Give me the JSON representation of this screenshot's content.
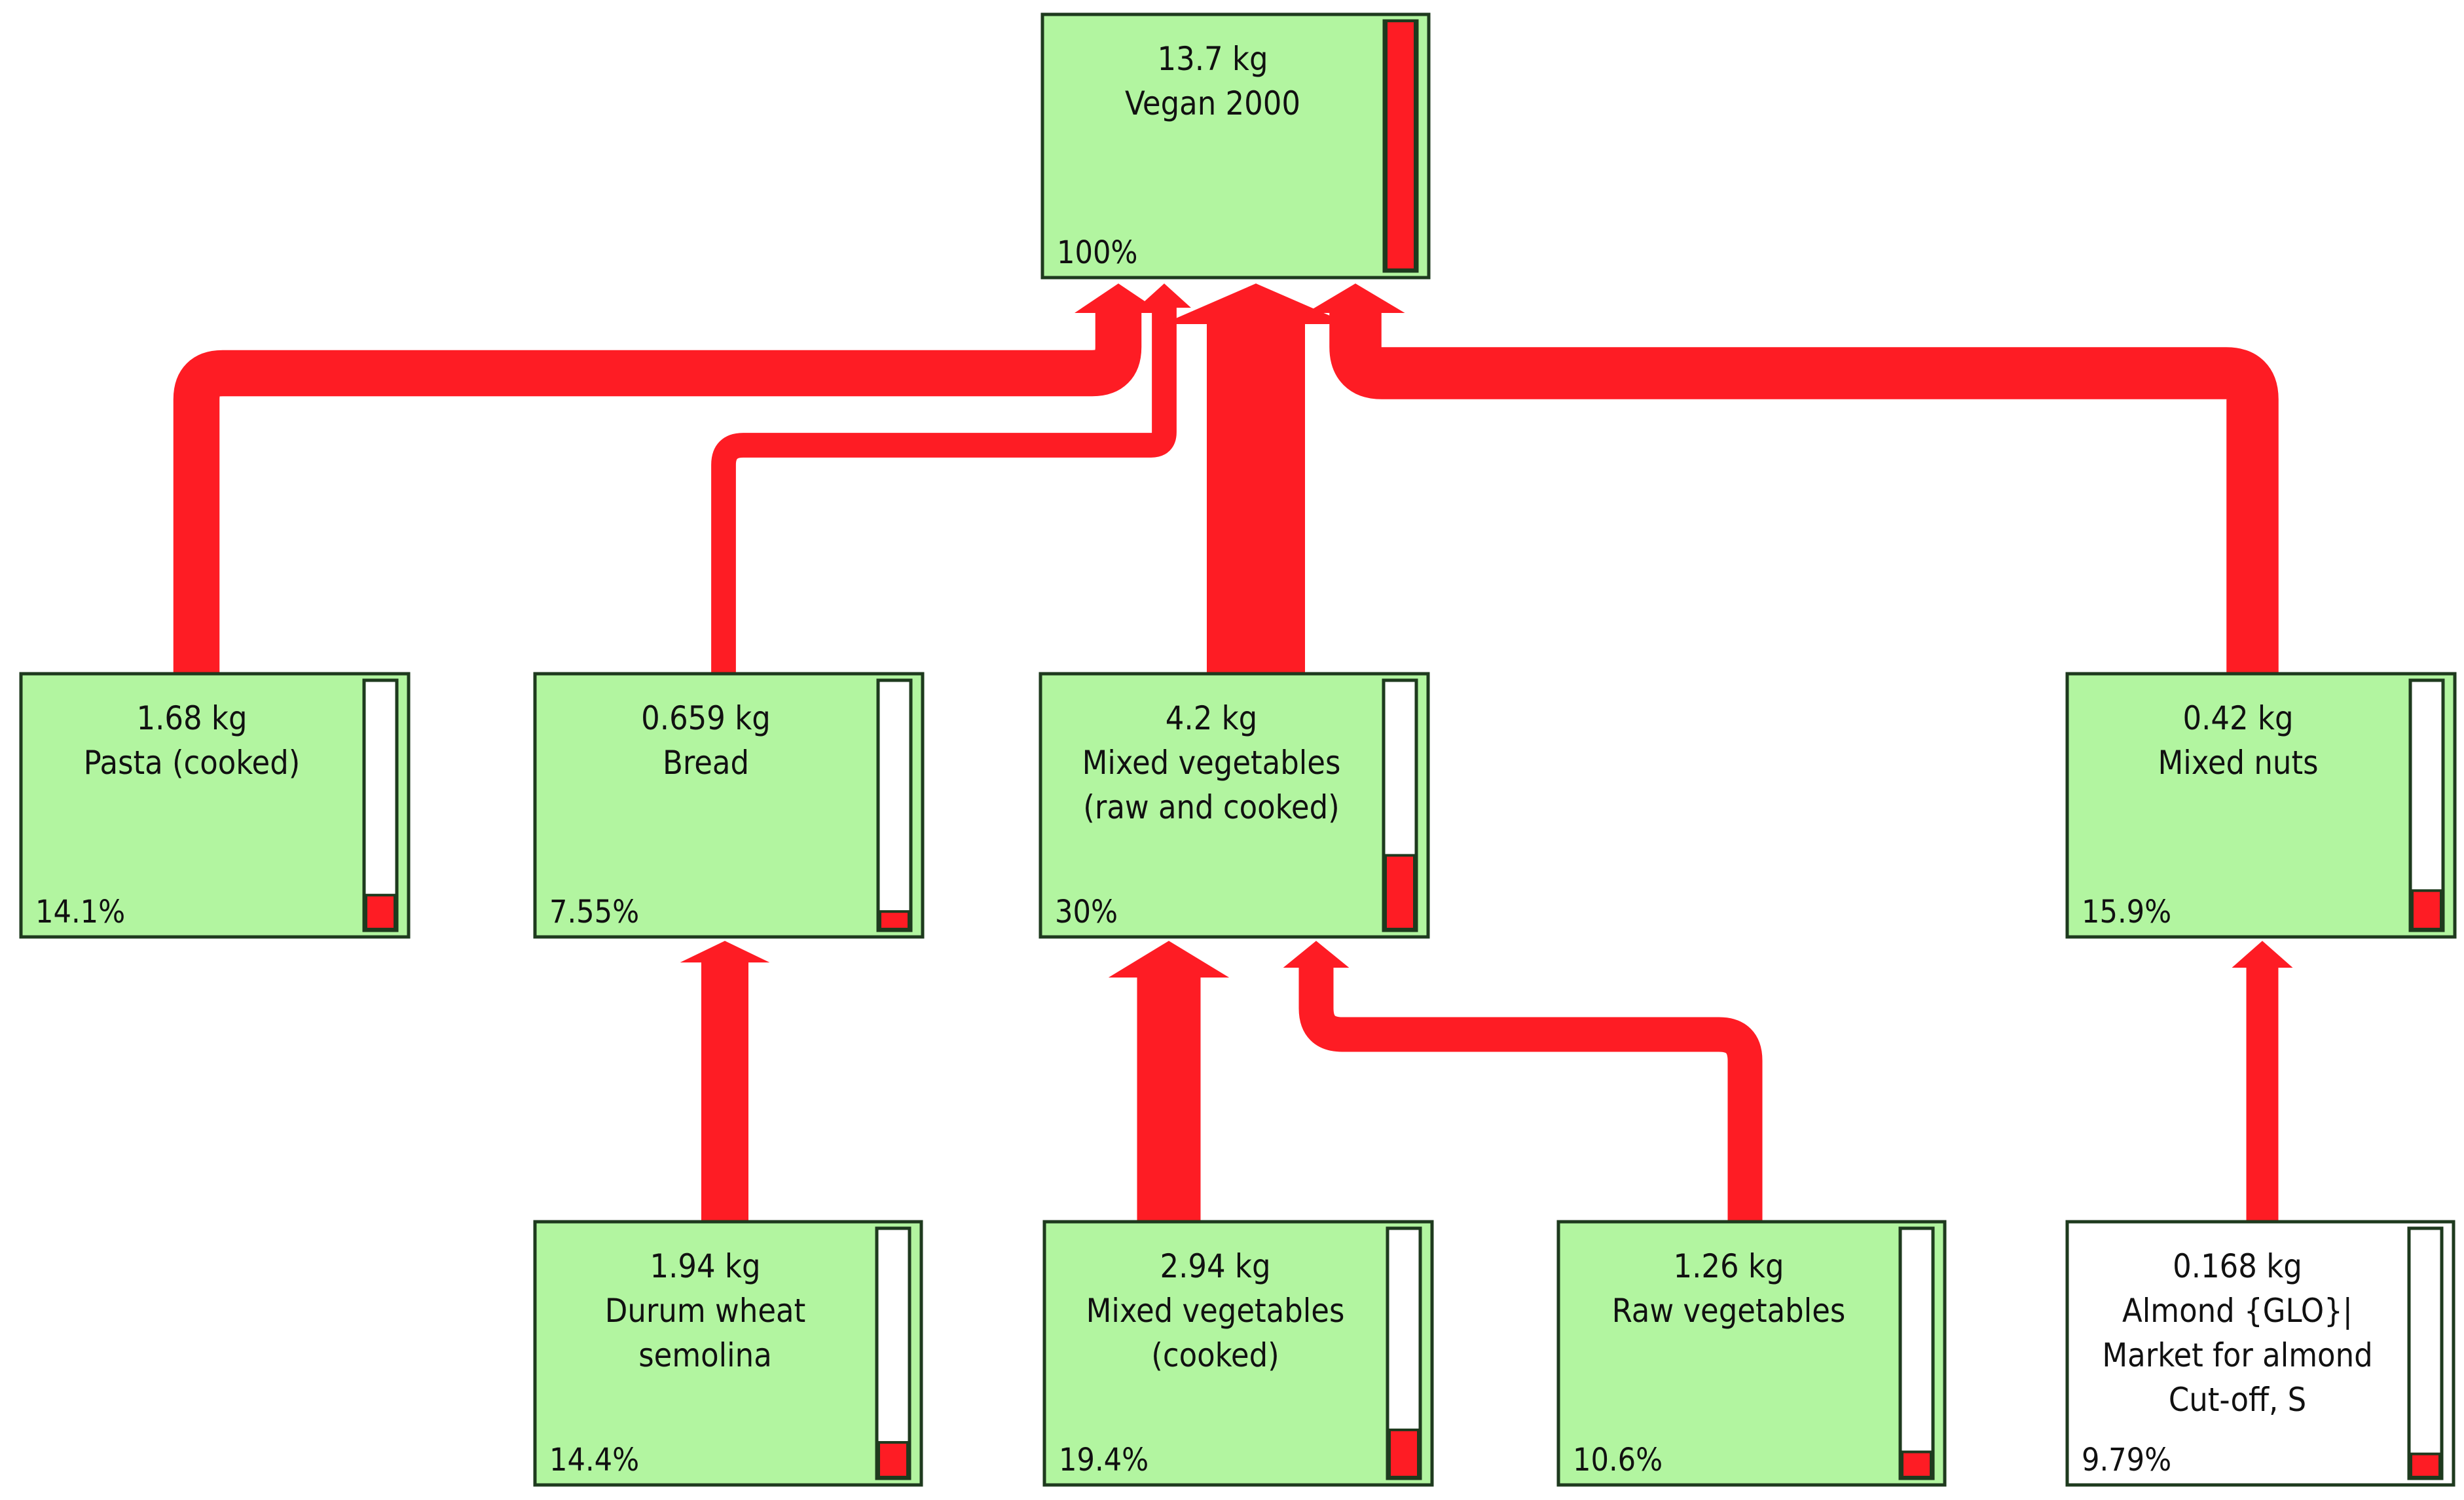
{
  "colors": {
    "flow": "#fe1c24",
    "node_fill": "#b2f5a0",
    "node_fill_alt": "#ffffff",
    "border": "#1e3a1e"
  },
  "nodes": [
    {
      "id": "vegan",
      "value": "13.7 kg",
      "lines": [
        "Vegan 2000"
      ],
      "percent": "100%",
      "fraction": 1.0,
      "fill": "green"
    },
    {
      "id": "pasta",
      "value": "1.68 kg",
      "lines": [
        "Pasta (cooked)"
      ],
      "percent": "14.1%",
      "fraction": 0.141,
      "fill": "green"
    },
    {
      "id": "bread",
      "value": "0.659 kg",
      "lines": [
        "Bread"
      ],
      "percent": "7.55%",
      "fraction": 0.0755,
      "fill": "green"
    },
    {
      "id": "mixveg",
      "value": "4.2 kg",
      "lines": [
        "Mixed vegetables",
        "(raw and cooked)"
      ],
      "percent": "30%",
      "fraction": 0.3,
      "fill": "green"
    },
    {
      "id": "nuts",
      "value": "0.42 kg",
      "lines": [
        "Mixed nuts"
      ],
      "percent": "15.9%",
      "fraction": 0.159,
      "fill": "green"
    },
    {
      "id": "durum",
      "value": "1.94 kg",
      "lines": [
        "Durum wheat",
        "semolina"
      ],
      "percent": "14.4%",
      "fraction": 0.144,
      "fill": "green"
    },
    {
      "id": "cooked",
      "value": "2.94 kg",
      "lines": [
        "Mixed vegetables",
        "(cooked)"
      ],
      "percent": "19.4%",
      "fraction": 0.194,
      "fill": "green"
    },
    {
      "id": "raw",
      "value": "1.26 kg",
      "lines": [
        "Raw vegetables"
      ],
      "percent": "10.6%",
      "fraction": 0.106,
      "fill": "green"
    },
    {
      "id": "almond",
      "value": "0.168 kg",
      "lines": [
        "Almond {GLO}|",
        "Market for almond",
        "Cut-off, S"
      ],
      "percent": "9.79%",
      "fraction": 0.0979,
      "fill": "white"
    }
  ],
  "flows": [
    {
      "from": "pasta",
      "to": "vegan",
      "share": 0.141
    },
    {
      "from": "bread",
      "to": "vegan",
      "share": 0.0755
    },
    {
      "from": "mixveg",
      "to": "vegan",
      "share": 0.3
    },
    {
      "from": "nuts",
      "to": "vegan",
      "share": 0.159
    },
    {
      "from": "durum",
      "to": "bread",
      "share": 0.144
    },
    {
      "from": "cooked",
      "to": "mixveg",
      "share": 0.194
    },
    {
      "from": "raw",
      "to": "mixveg",
      "share": 0.106
    },
    {
      "from": "almond",
      "to": "nuts",
      "share": 0.0979
    }
  ]
}
